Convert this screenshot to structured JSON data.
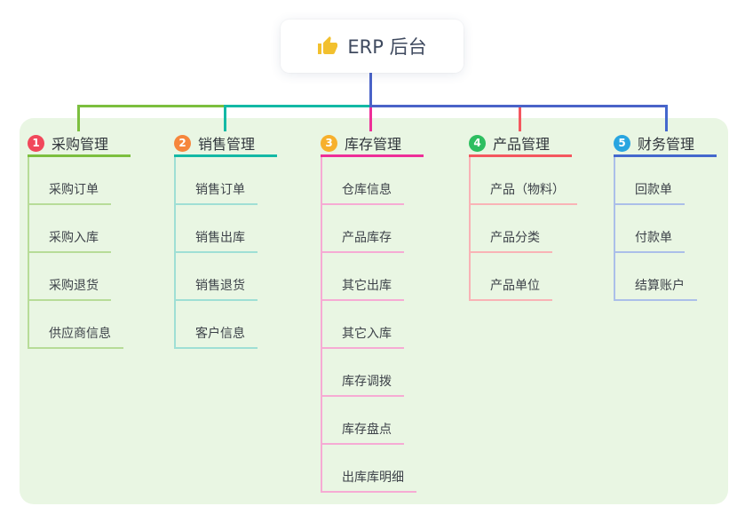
{
  "root": {
    "label": "ERP 后台",
    "icon": "thumbs-up-icon",
    "line_color": "#4a63c8"
  },
  "connectors": {
    "bus_green": "#7cbf3f",
    "bus_teal": "#13b9a5",
    "bus_blue": "#4a63c8"
  },
  "branches": [
    {
      "badge": "1",
      "label": "采购管理",
      "colors": {
        "main": "#7cbf3f",
        "light": "#b7dc98",
        "badge": "#f1485b"
      },
      "children": [
        "采购订单",
        "采购入库",
        "采购退货",
        "供应商信息"
      ]
    },
    {
      "badge": "2",
      "label": "销售管理",
      "colors": {
        "main": "#13b9a5",
        "light": "#9fdfd5",
        "badge": "#f6863c"
      },
      "children": [
        "销售订单",
        "销售出库",
        "销售退货",
        "客户信息"
      ]
    },
    {
      "badge": "3",
      "label": "库存管理",
      "colors": {
        "main": "#ee2f98",
        "light": "#f6abd4",
        "badge": "#f7b02c"
      },
      "children": [
        "仓库信息",
        "产品库存",
        "其它出库",
        "其它入库",
        "库存调拨",
        "库存盘点",
        "出库库明细"
      ]
    },
    {
      "badge": "4",
      "label": "产品管理",
      "colors": {
        "main": "#f4575f",
        "light": "#f9b3b6",
        "badge": "#2dbe60"
      },
      "children": [
        "产品（物料）",
        "产品分类",
        "产品单位"
      ]
    },
    {
      "badge": "5",
      "label": "财务管理",
      "colors": {
        "main": "#4468cd",
        "light": "#abbfe9",
        "badge": "#28a5e0"
      },
      "children": [
        "回款单",
        "付款单",
        "结算账户"
      ]
    }
  ]
}
